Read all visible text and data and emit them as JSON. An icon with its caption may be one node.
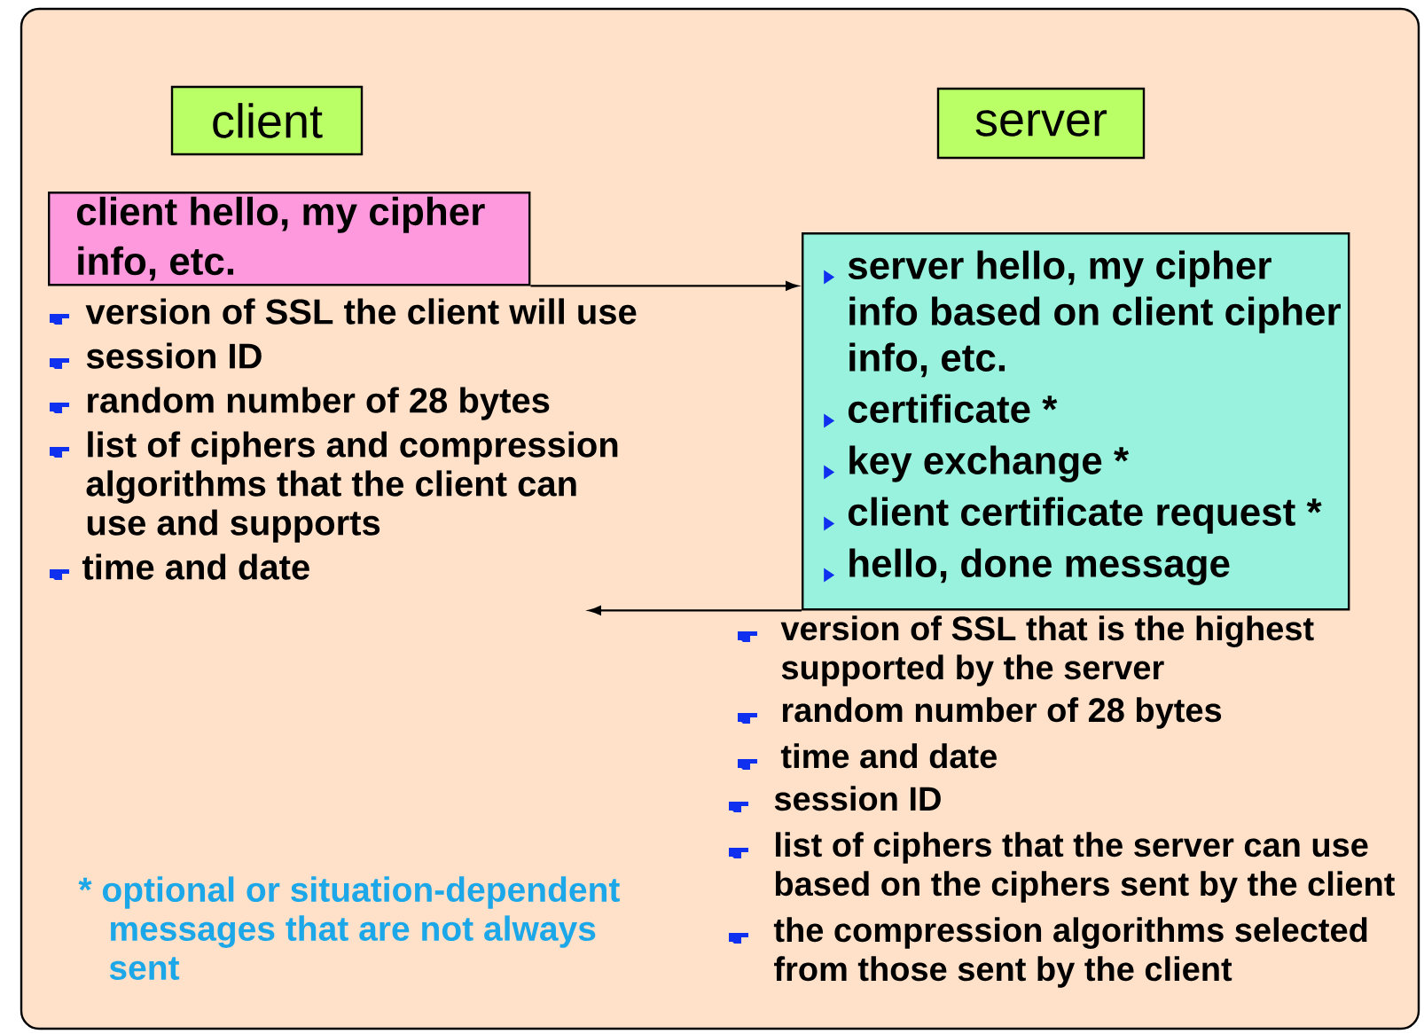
{
  "diagram": {
    "nodes": [
      {
        "text": [
          "client"
        ]
      },
      {
        "text": [
          "server"
        ]
      },
      {
        "text": [
          "client hello, my cipher info, etc."
        ]
      },
      {
        "text": [
          "server hello, my cipher info based on client cipher info, etc.",
          "certificate *",
          "key exchange *",
          "client certificate request *",
          "hello, done message"
        ]
      }
    ],
    "edges": [
      {
        "from": 2,
        "to": 3,
        "arrow": "to"
      },
      {
        "from": 3,
        "to": null,
        "arrow": "to"
      }
    ],
    "labels": [
      "version of SSL the client will use",
      "session ID",
      "random number of 28 bytes",
      "list of ciphers and compression algorithms that the client can use and supports",
      "time and date",
      "version of SSL that is the highest supported by the server",
      "random number of 28 bytes",
      "time and date",
      "session ID",
      "list of ciphers that the server can use based on the ciphers sent by the client",
      "the compression algorithms selected from those sent by the client",
      "* optional or situation-dependent messages that are not always sent"
    ]
  }
}
